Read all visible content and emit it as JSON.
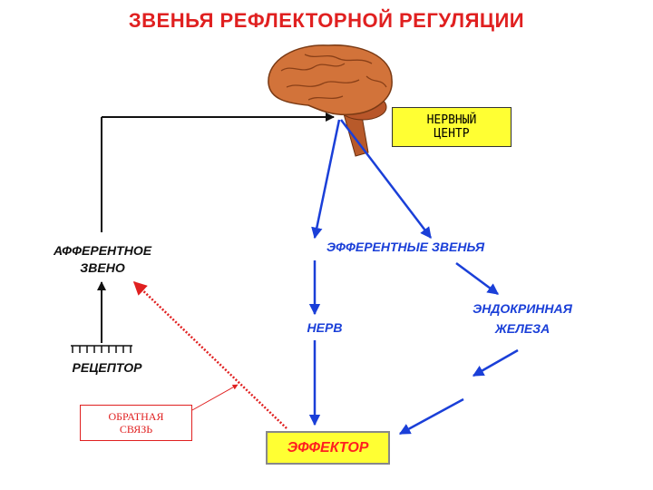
{
  "title": "ЗВЕНЬЯ РЕФЛЕКТОРНОЙ РЕГУЛЯЦИИ",
  "nodes": {
    "nerve_center": [
      "НЕРВНЫЙ",
      "ЦЕНТР"
    ],
    "afferent": [
      "АФФЕРЕНТНОЕ",
      "ЗВЕНО"
    ],
    "receptor": "РЕЦЕПТОР",
    "efferent": "ЭФФЕРЕНТНЫЕ ЗВЕНЬЯ",
    "nerve": "НЕРВ",
    "gland": [
      "ЭНДОКРИННАЯ",
      "ЖЕЛЕЗА"
    ],
    "effector": "ЭФФЕКТОР",
    "feedback": [
      "ОБРАТНАЯ",
      "СВЯЗЬ"
    ]
  },
  "colors": {
    "title": "#e02020",
    "efferent_links": "#1a3fd8",
    "afferent_links": "#111111",
    "feedback_link": "#e02020",
    "label_boxes": "#ffff33",
    "brain": "#c8622a"
  },
  "icons": {
    "brain": "brain-icon",
    "receptor": "receptor-comb-icon"
  }
}
